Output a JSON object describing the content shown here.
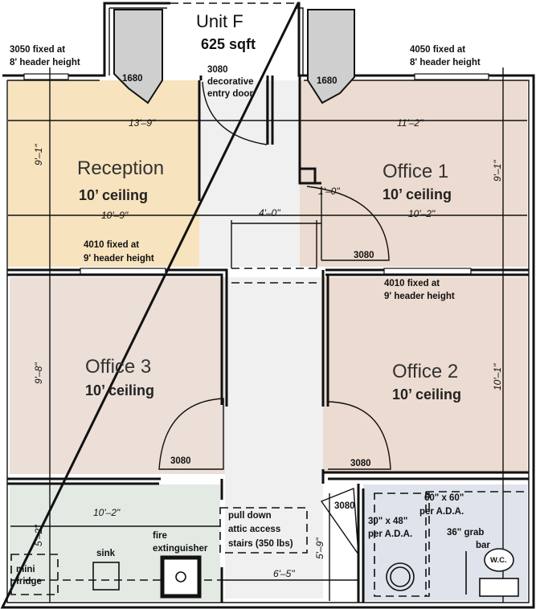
{
  "unit": {
    "title": "Unit F",
    "area": "625 sqft"
  },
  "colors": {
    "reception": "#f7e3bd",
    "office": "#ecdbd0",
    "office3": "#ebdfd8",
    "kitchen": "#e3eae3",
    "restroom": "#dfe3eb",
    "hall": "#f0f0f0"
  },
  "rooms": {
    "reception": {
      "name": "Reception",
      "ceiling": "10’ ceiling"
    },
    "office1": {
      "name": "Office 1",
      "ceiling": "10’ ceiling"
    },
    "office2": {
      "name": "Office 2",
      "ceiling": "10’ ceiling"
    },
    "office3": {
      "name": "Office 3",
      "ceiling": "10’ ceiling"
    }
  },
  "notes": {
    "window_tl": [
      "3050 fixed at",
      "8' header height"
    ],
    "window_tr": [
      "4050 fixed at",
      "8' header height"
    ],
    "window_mid_l": [
      "4010 fixed at",
      "9' header height"
    ],
    "window_mid_r": [
      "4010 fixed at",
      "9' header height"
    ],
    "entry_door": [
      "3080",
      "decorative",
      "entry door"
    ],
    "column_l": "1680",
    "column_r": "1680",
    "door_office1": "3080",
    "door_office3": "3080",
    "door_office2": "3080",
    "door_restroom": "3080",
    "attic": [
      "pull down",
      "attic access",
      "stairs (350 lbs)"
    ],
    "sink": "sink",
    "fire": [
      "fire",
      "extinguisher"
    ],
    "fridge": [
      "mini",
      "fridge"
    ],
    "shower_area": [
      "60\" x 60\"",
      "per A.D.A."
    ],
    "lav_area": [
      "30\" x 48\"",
      "per A.D.A."
    ],
    "grab_bar": [
      "36\" grab",
      "bar"
    ],
    "wc": "W.C."
  },
  "dims": {
    "reception_w": "13'–9\"",
    "reception_inner_w": "10'–9\"",
    "reception_h": "9'–1\"",
    "office1_w": "11'–2\"",
    "office1_inner_w": "10'–2\"",
    "office1_h": "9'–1\"",
    "hall_w": "4'–0\"",
    "step": "1'–0\"",
    "office3_h": "9'–8\"",
    "office2_h": "10'–1\"",
    "kitchen_w": "10'–2\"",
    "kitchen_h": "5'–2\"",
    "hall_lower_w": "6'–5\"",
    "hall_lower_h": "5'–9\""
  }
}
